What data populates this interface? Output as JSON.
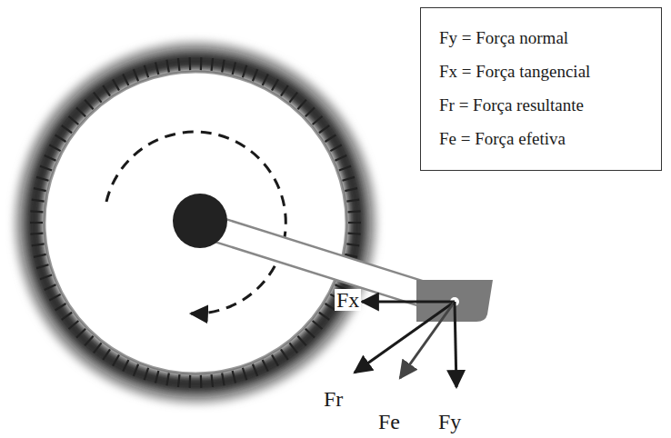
{
  "diagram": {
    "labels": [
      "Fx",
      "Fr",
      "Fe",
      "Fy"
    ],
    "legend": [
      {
        "text": "Fy = Força normal"
      },
      {
        "text": "Fx = Força tangencial"
      },
      {
        "text": "Fr = Força resultante"
      },
      {
        "text": "Fe = Força efetiva"
      }
    ]
  }
}
